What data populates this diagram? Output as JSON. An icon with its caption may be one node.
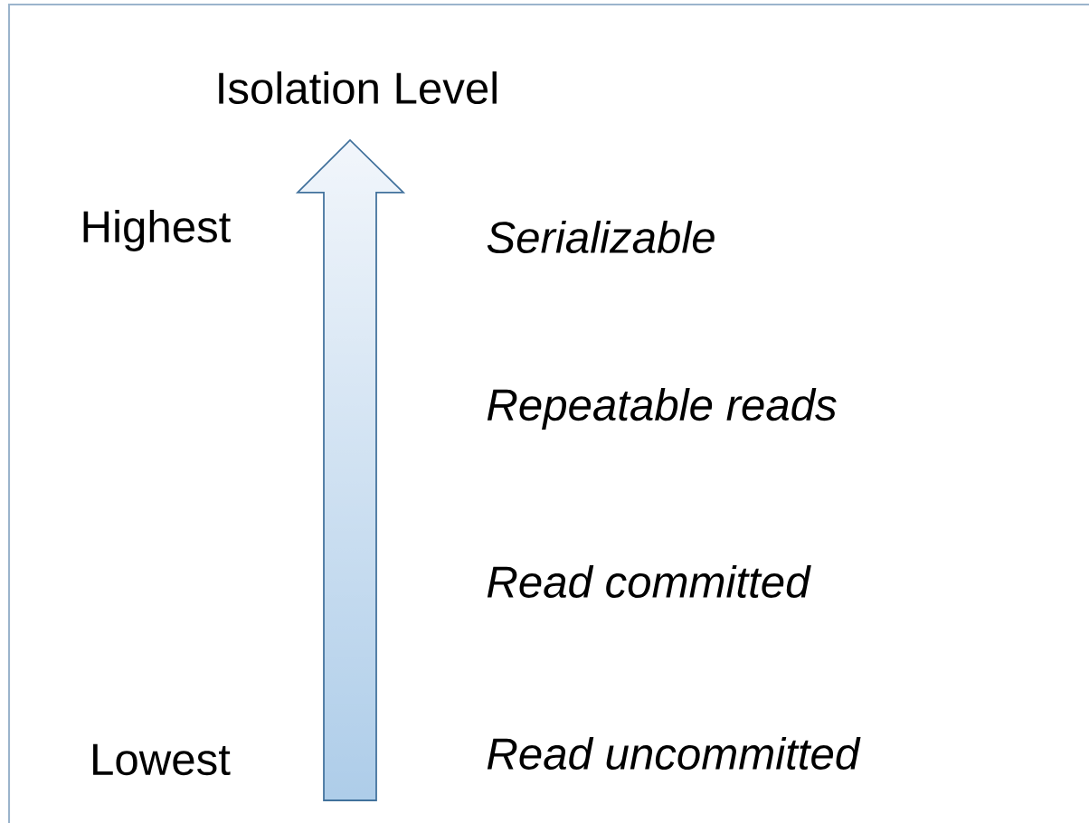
{
  "diagram": {
    "title": "Isolation Level",
    "labels": [
      "Highest",
      "Serializable",
      "Repeatable reads",
      "Read committed",
      "Lowest",
      "Read uncommitted"
    ]
  }
}
